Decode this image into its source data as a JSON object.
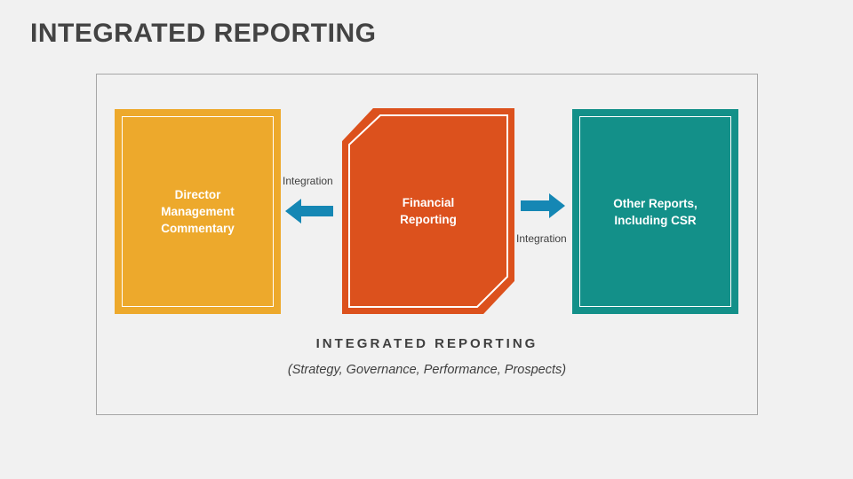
{
  "page": {
    "title": "INTEGRATED REPORTING",
    "background_color": "#f1f1f1",
    "title_color": "#434343"
  },
  "diagram": {
    "frame_border_color": "#a6a6a6",
    "nodes": [
      {
        "id": "director-management-commentary",
        "label": "Director\nManagement\nCommentary",
        "color": "#eda92c",
        "shape": "rectangle"
      },
      {
        "id": "financial-reporting",
        "label": "Financial\nReporting",
        "color": "#dc511d",
        "shape": "octagon"
      },
      {
        "id": "other-reports-including-csr",
        "label": "Other Reports,\nIncluding CSR",
        "color": "#139089",
        "shape": "rectangle"
      }
    ],
    "arrows": [
      {
        "id": "arrow-financial-to-director",
        "direction": "left",
        "label": "Integration",
        "color": "#1587b4",
        "label_position": "above"
      },
      {
        "id": "arrow-financial-to-other",
        "direction": "right",
        "label": "Integration",
        "color": "#1587b4",
        "label_position": "below"
      }
    ],
    "caption": {
      "title": "INTEGRATED REPORTING",
      "subtitle": "(Strategy, Governance, Performance, Prospects)"
    }
  }
}
